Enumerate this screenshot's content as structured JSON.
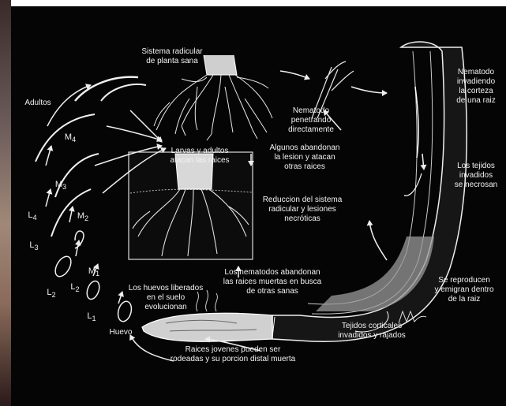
{
  "labels": {
    "adultos": "Adultos",
    "m4": "M",
    "m4_sub": "4",
    "m3": "M",
    "m3_sub": "3",
    "m2": "M",
    "m2_sub": "2",
    "l4": "L",
    "l4_sub": "4",
    "l3": "L",
    "l3_sub": "3",
    "l2a": "L",
    "l2a_sub": "2",
    "l2b": "L",
    "l2b_sub": "2",
    "l1": "L",
    "l1_sub": "1",
    "m1": "M",
    "m1_sub": "1",
    "sistema_radicular": "Sistema radicular\nde planta sana",
    "larvas_adultos": "Larvas y adultos\natacan las raices",
    "nematodo_penetrando": "Nematodo\npenetrando\ndirectamente",
    "algunos_abandonan": "Algunos abandonan\nla lesion y atacan\notras raices",
    "nematodo_invadiendo": "Nematodo\ninvadiendo\nla corteza\nde una raiz",
    "tejidos_invadidos": "Los tejidos\ninvadidos\nse necrosan",
    "reduccion": "Reduccion del sistema\nradicular y lesiones\nnecróticas",
    "nematodos_abandonan": "Los nematodos abandonan\nlas raices muertas en busca\nde otras sanas",
    "se_reproducen": "Se reproducen\ny emigran dentro\nde la raiz",
    "huevos_liberados": "Los huevos liberados\nen el suelo\nevolucionan",
    "huevo": "Huevo",
    "tejidos_corticales": "Tejidos corticales\ninvadidos y rajados",
    "raices_jovenes": "Raices jovenes pueden ser\nrodeadas y su porcion distal muerta"
  }
}
